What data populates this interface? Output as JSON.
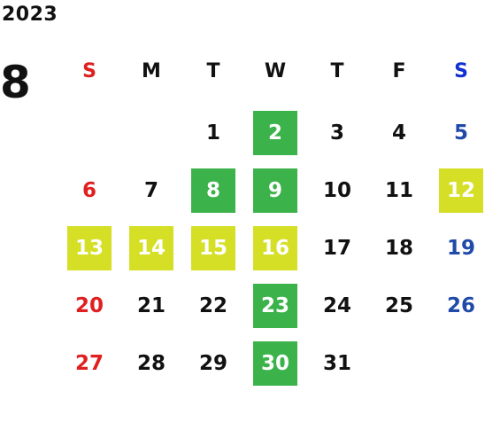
{
  "year": "2023",
  "month": "8",
  "colors": {
    "sunday": "#e02020",
    "saturday": "#1f4aa8",
    "green_highlight": "#3bb34a",
    "yellow_highlight": "#d4df25"
  },
  "weekdays": [
    "S",
    "M",
    "T",
    "W",
    "T",
    "F",
    "S"
  ],
  "weeks": [
    [
      null,
      null,
      {
        "d": "1"
      },
      {
        "d": "2",
        "hl": "green"
      },
      {
        "d": "3"
      },
      {
        "d": "4"
      },
      {
        "d": "5"
      }
    ],
    [
      {
        "d": "6"
      },
      {
        "d": "7"
      },
      {
        "d": "8",
        "hl": "green"
      },
      {
        "d": "9",
        "hl": "green"
      },
      {
        "d": "10"
      },
      {
        "d": "11"
      },
      {
        "d": "12",
        "hl": "yellow"
      }
    ],
    [
      {
        "d": "13",
        "hl": "yellow"
      },
      {
        "d": "14",
        "hl": "yellow"
      },
      {
        "d": "15",
        "hl": "yellow"
      },
      {
        "d": "16",
        "hl": "yellow"
      },
      {
        "d": "17"
      },
      {
        "d": "18"
      },
      {
        "d": "19"
      }
    ],
    [
      {
        "d": "20"
      },
      {
        "d": "21"
      },
      {
        "d": "22"
      },
      {
        "d": "23",
        "hl": "green"
      },
      {
        "d": "24"
      },
      {
        "d": "25"
      },
      {
        "d": "26"
      }
    ],
    [
      {
        "d": "27"
      },
      {
        "d": "28"
      },
      {
        "d": "29"
      },
      {
        "d": "30",
        "hl": "green"
      },
      {
        "d": "31"
      },
      null,
      null
    ]
  ]
}
